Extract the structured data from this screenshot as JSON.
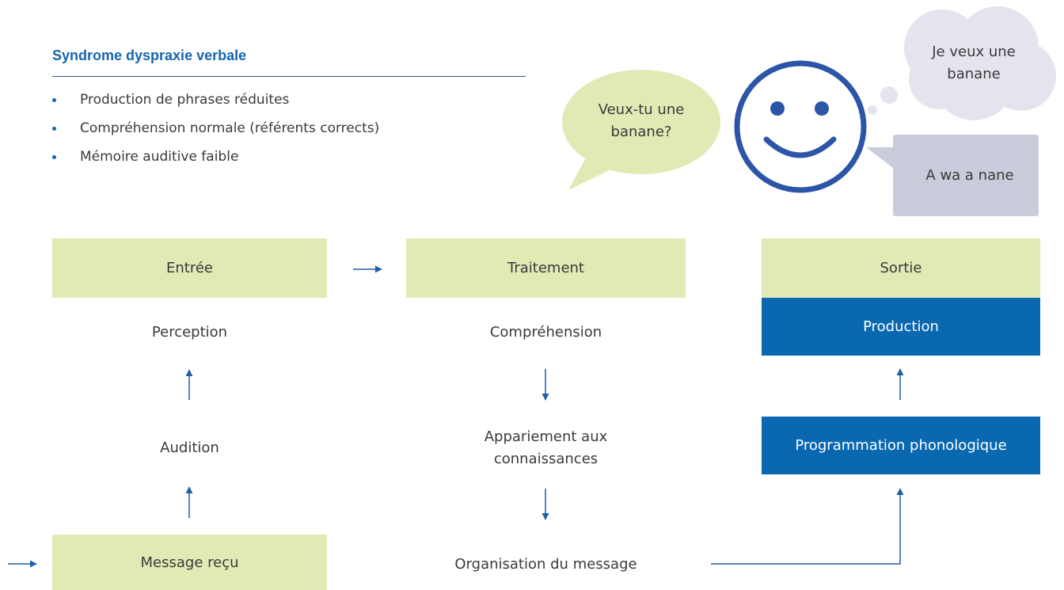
{
  "heading": {
    "title": "Syndrome dyspraxie verbale",
    "bullets": [
      "Production de phrases réduites",
      "Compréhension normale (référents corrects)",
      "Mémoire auditive faible"
    ]
  },
  "bubbles": {
    "question": "Veux-tu une banane?",
    "thought": "Je veux une banane",
    "speech": "A wa a nane"
  },
  "columns": {
    "input": {
      "header": "Entrée",
      "perception": "Perception",
      "audition": "Audition",
      "message": "Message reçu"
    },
    "processing": {
      "header": "Traitement",
      "comprehension": "Compréhension",
      "matching": "Appariement aux connaissances",
      "organisation": "Organisation du message"
    },
    "output": {
      "header": "Sortie",
      "production": "Production",
      "programming": "Programmation phonologique"
    }
  },
  "colors": {
    "green_box": "#e1e9b5",
    "blue_box": "#0a68b0",
    "accent": "#1565b0",
    "bubble_green": "#e1e9b5",
    "bubble_grey": "#c9ccda",
    "thought_cloud": "#e4e4ee"
  }
}
